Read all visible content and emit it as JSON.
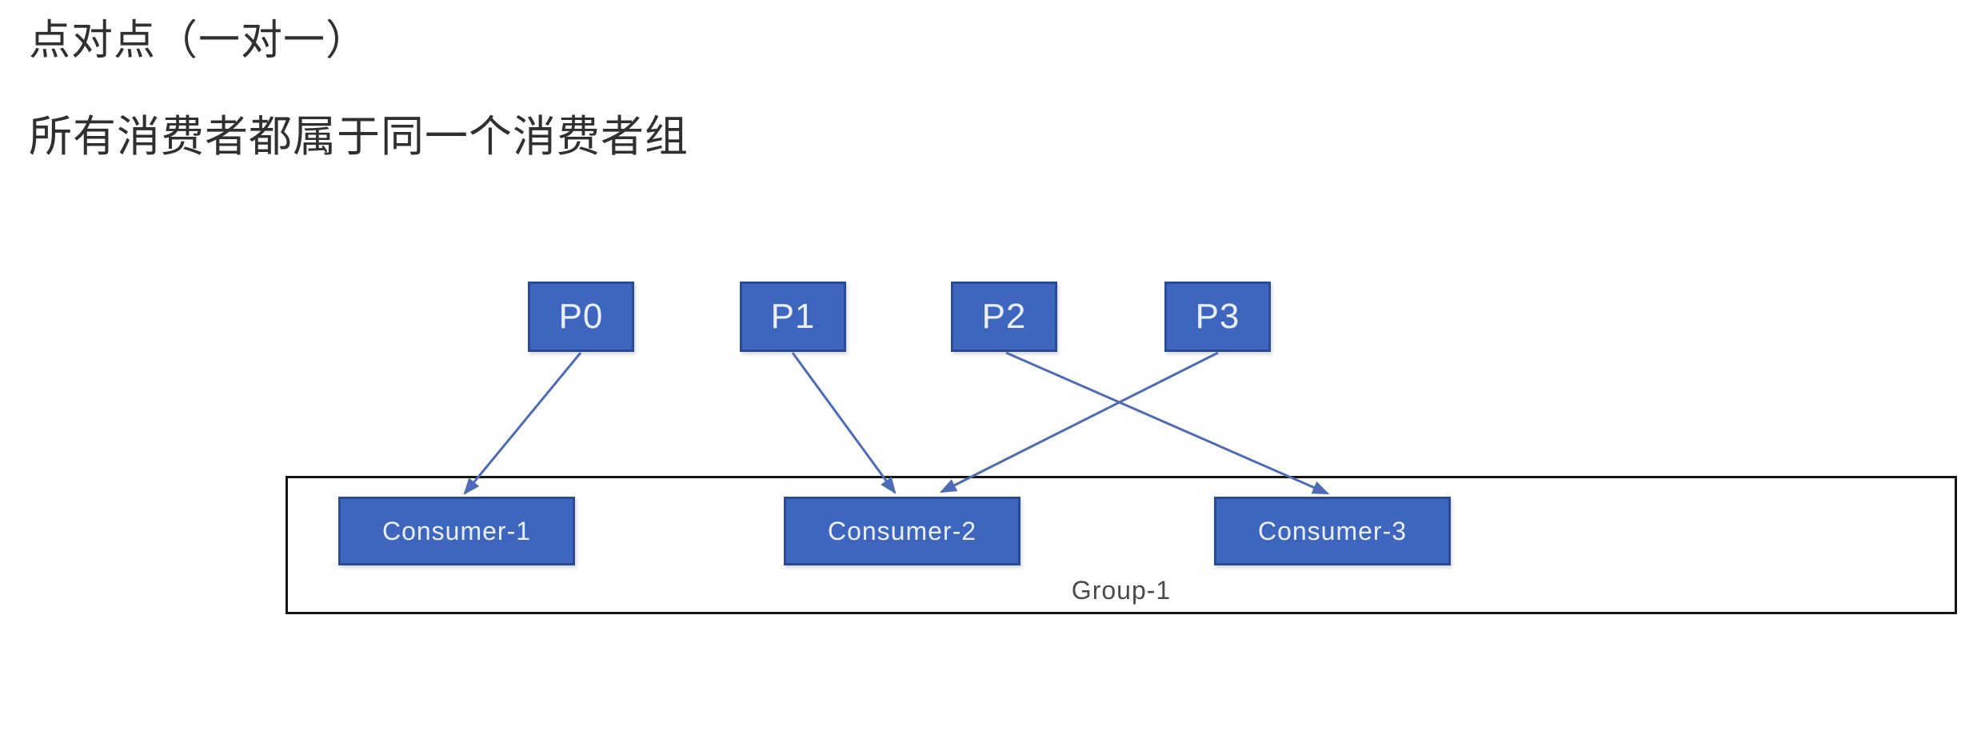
{
  "page": {
    "background": "#ffffff",
    "title_line1": "点对点（一对一）",
    "title_line2": "所有消费者都属于同一个消费者组"
  },
  "diagram": {
    "partitions": [
      {
        "label": "P0"
      },
      {
        "label": "P1"
      },
      {
        "label": "P2"
      },
      {
        "label": "P3"
      }
    ],
    "consumers": [
      {
        "label": "Consumer-1"
      },
      {
        "label": "Consumer-2"
      },
      {
        "label": "Consumer-3"
      }
    ],
    "group": {
      "label": "Group-1"
    },
    "arrows": [
      {
        "from": "P0",
        "to": "Consumer-1"
      },
      {
        "from": "P1",
        "to": "Consumer-2"
      },
      {
        "from": "P2",
        "to": "Consumer-3"
      },
      {
        "from": "P3",
        "to": "Consumer-2"
      }
    ],
    "colors": {
      "box_fill": "#3f66be",
      "box_border": "#2b4a96",
      "box_text": "#eaf0fb",
      "arrow": "#4e6bb5",
      "group_border": "#161616",
      "title_text": "#303030",
      "group_label_text": "#4a4a4a"
    }
  }
}
